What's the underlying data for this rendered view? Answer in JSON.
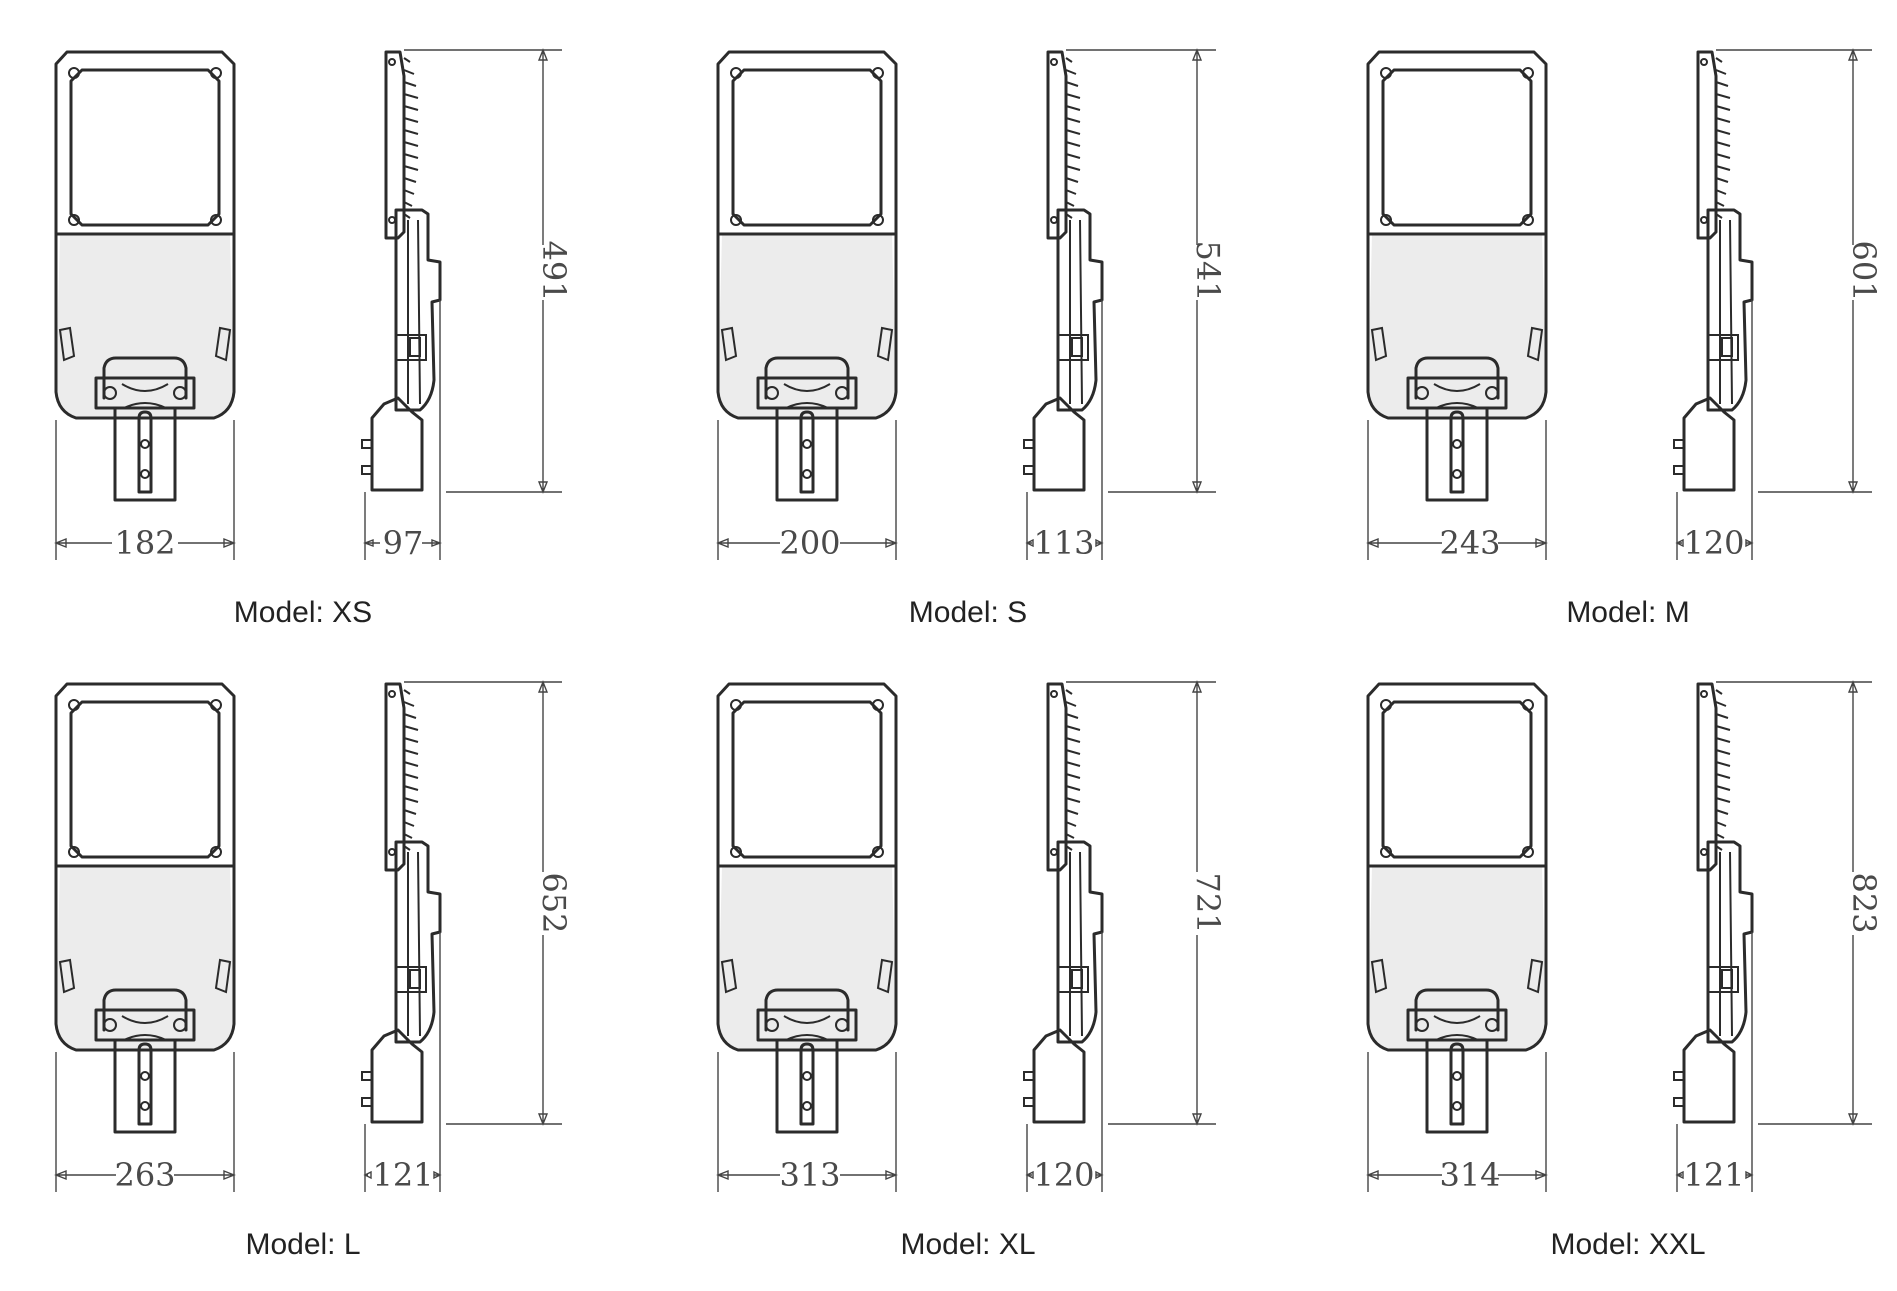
{
  "models": [
    {
      "name": "XS",
      "caption": "Model: XS",
      "width": "182",
      "depth": "97",
      "height": "491"
    },
    {
      "name": "S",
      "caption": "Model: S",
      "width": "200",
      "depth": "113",
      "height": "541"
    },
    {
      "name": "M",
      "caption": "Model: M",
      "width": "243",
      "depth": "120",
      "height": "601"
    },
    {
      "name": "L",
      "caption": "Model: L",
      "width": "263",
      "depth": "121",
      "height": "652"
    },
    {
      "name": "XL",
      "caption": "Model: XL",
      "width": "313",
      "depth": "120",
      "height": "721"
    },
    {
      "name": "XXL",
      "caption": "Model: XXL",
      "width": "314",
      "depth": "121",
      "height": "823"
    }
  ]
}
